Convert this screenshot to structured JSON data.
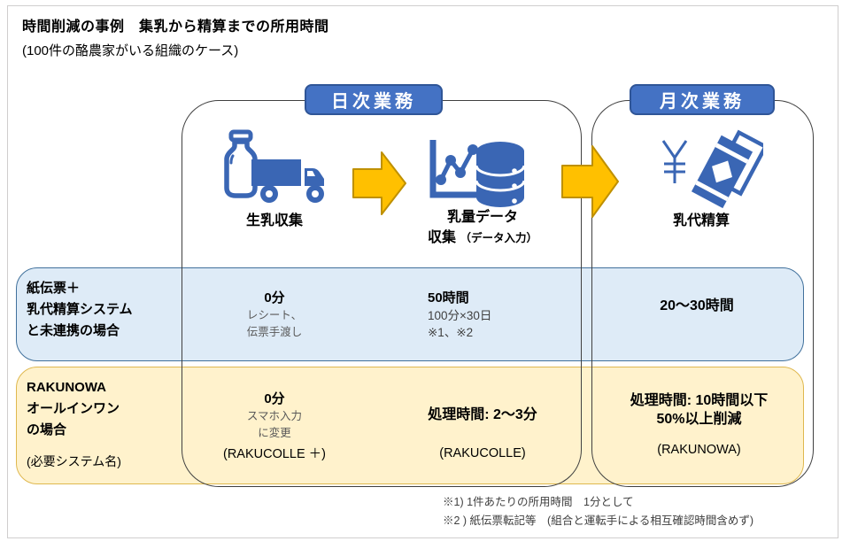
{
  "page": {
    "title": "時間削減の事例　集乳から精算までの所用時間",
    "subtitle": "(100件の酪農家がいる組織のケース)"
  },
  "groups": {
    "daily": {
      "label": "日次業務"
    },
    "monthly": {
      "label": "月次業務"
    }
  },
  "steps": [
    {
      "id": "milk-collection",
      "label": "生乳収集",
      "icons": [
        "milk-bottle-icon",
        "truck-icon"
      ]
    },
    {
      "id": "milk-data-collection",
      "label_line1": "乳量データ",
      "label_line2": "収集",
      "label_note": "（データ入力）",
      "icons": [
        "chart-icon",
        "database-icon"
      ]
    },
    {
      "id": "milk-payment-settlement",
      "label": "乳代精算",
      "icons": [
        "yen-icon",
        "banknote-icon"
      ]
    }
  ],
  "rows": [
    {
      "id": "paper-slip",
      "label_lines": [
        "紙伝票＋",
        "乳代精算システム",
        "と未連携の場合"
      ],
      "cells": [
        {
          "main": "0分",
          "sub_lines": [
            "レシート、",
            "伝票手渡し"
          ]
        },
        {
          "main": "50時間",
          "sub_lines": [
            "100分×30日",
            "※1、※2"
          ]
        },
        {
          "main": "20〜30時間"
        }
      ]
    },
    {
      "id": "rakunowa-all-in-one",
      "label_lines": [
        "RAKUNOWA",
        "オールインワン",
        "の場合"
      ],
      "label_note": "(必要システム名)",
      "cells": [
        {
          "main": "0分",
          "sub_lines": [
            "スマホ入力",
            "に変更"
          ],
          "system": "(RAKUCOLLE ＋)"
        },
        {
          "main": "処理時間: 2〜3分",
          "system": "(RAKUCOLLE)"
        },
        {
          "main": "処理時間: 10時間以下",
          "main2": "50%以上削減",
          "system": "(RAKUNOWA)"
        }
      ]
    }
  ],
  "footnotes": [
    "※1) 1件あたりの所用時間　1分として",
    "※2 ) 紙伝票転記等　(組合と運転手による相互確認時間含めず)"
  ],
  "colors": {
    "accent_blue": "#4472c4",
    "badge_border": "#2f5597",
    "icon_blue": "#3a66b4",
    "arrow_fill": "#ffc000",
    "arrow_border": "#bf9000",
    "band_blue_fill": "#deebf7",
    "band_blue_border": "#41719c",
    "band_yellow_fill": "#fff2cc",
    "band_yellow_border": "#dfb84f",
    "container_border": "#404040"
  }
}
